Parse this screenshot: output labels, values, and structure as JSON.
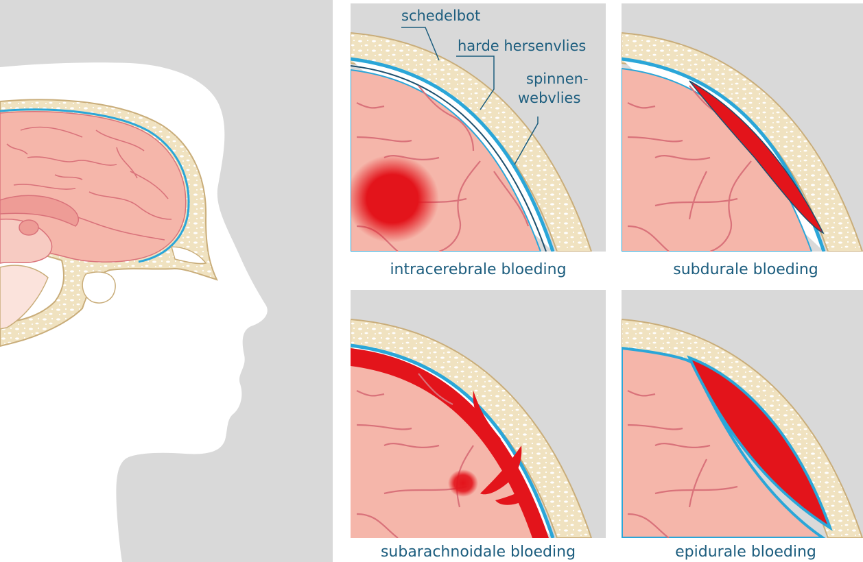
{
  "labels": {
    "skull": "schedelbot",
    "dura": "harde hersenvlies",
    "arachnoid_line1": "spinnen-",
    "arachnoid_line2": "webvlies"
  },
  "captions": {
    "intracerebral": "intracerebrale bloeding",
    "subdural": "subdurale bloeding",
    "subarachnoid": "subarachnoidale bloeding",
    "epidural": "epidurale bloeding"
  },
  "colors": {
    "background_gray": "#d9d9d9",
    "silhouette": "#ffffff",
    "bone": "#f0e2c0",
    "bone_edge": "#c9ad7a",
    "bone_marrow": "#ffffff",
    "brain": "#f5b6aa",
    "brain_gyri": "#d9727a",
    "meninges_blue": "#2aa6d8",
    "meninges_dark": "#1b4f6e",
    "blood": "#e3141b",
    "label_text": "#1c5d7e",
    "caption_text": "#1c5d7e"
  }
}
